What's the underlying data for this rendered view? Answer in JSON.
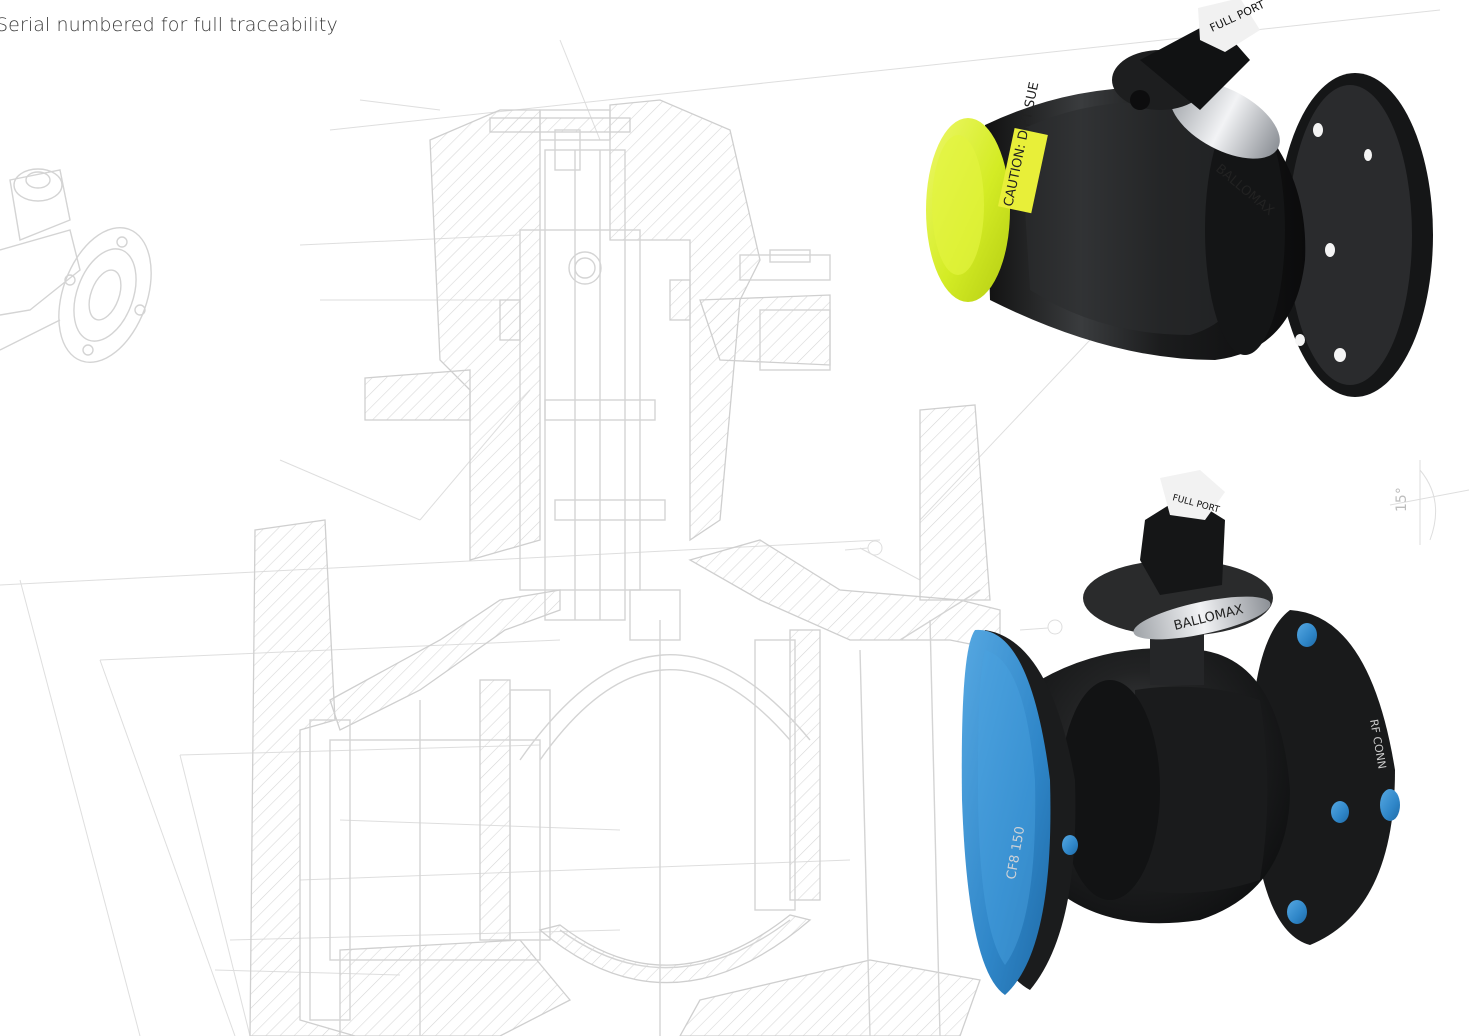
{
  "caption": "Serial numbered for full traceability",
  "valve_top": {
    "cap_label": "CAUTION: DIFT SUE",
    "cap_color": "#d6ee2b",
    "handle_label": "FULL PORT",
    "brand_label": "BALLOMAX"
  },
  "valve_bottom": {
    "cap_color": "#2f86c8",
    "handle_label": "FULL PORT",
    "brand_label": "BALLOMAX",
    "flange_marking": "CF8 150",
    "rim_marking": "RF CONN"
  },
  "drawing": {
    "angle_label": "15°"
  },
  "colors": {
    "valve_body": "#1c1d1e",
    "drawing_lines": "#d4d4d4"
  }
}
